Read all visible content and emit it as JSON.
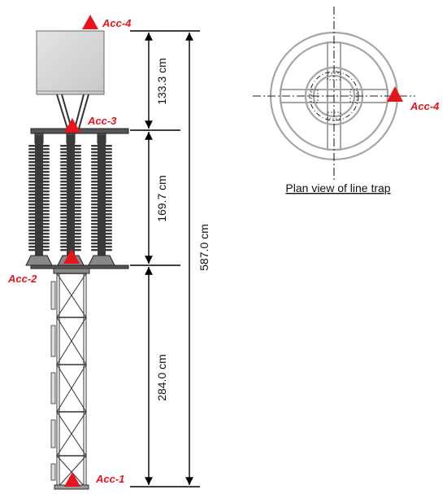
{
  "colors": {
    "accent": "#e8141c",
    "insulator": "#3a3a3a",
    "trap_box": "#d6d6d6",
    "plan_ring": "#a6a6a6"
  },
  "sensors": {
    "acc1": "Acc-1",
    "acc2": "Acc-2",
    "acc3": "Acc-3",
    "acc4": "Acc-4",
    "acc4_plan": "Acc-4"
  },
  "dimensions": {
    "top": "133.3 cm",
    "middle": "169.7 cm",
    "bottom": "284.0 cm",
    "total": "587.0 cm"
  },
  "plan_view": {
    "caption": "Plan view of line trap"
  },
  "icons": [
    "sensor-triangle-icon"
  ]
}
